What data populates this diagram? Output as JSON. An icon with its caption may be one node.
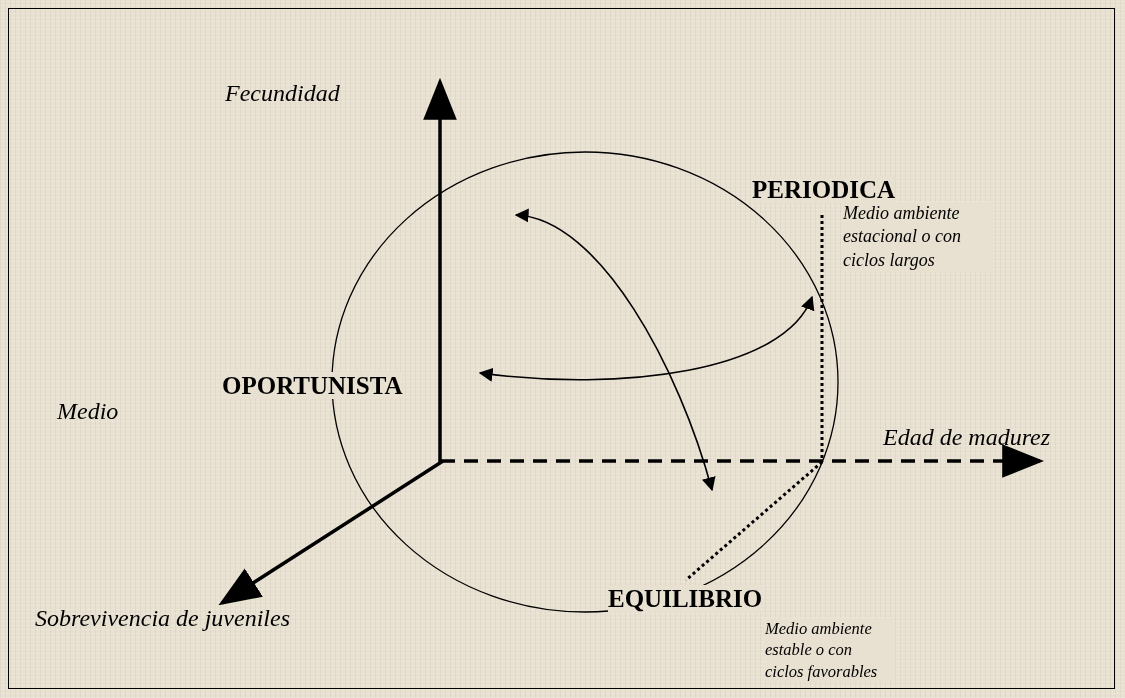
{
  "diagram": {
    "nodes": [
      {
        "text": [
          "OPORTUNISTA"
        ]
      },
      {
        "text": [
          "PERIODICA"
        ],
        "beside": [
          "Medio ambiente estacional o con ciclos largos"
        ]
      },
      {
        "text": [
          "EQUILIBRIO"
        ],
        "beside": [
          "Medio ambiente estable o con ciclos favorables"
        ]
      }
    ],
    "edges": [
      {
        "from": 0,
        "to": 1,
        "arrow": "both"
      }
    ],
    "labels": [
      "Fecundidad",
      "Medio",
      "Edad de madurez",
      "Sobrevivencia de juveniles"
    ]
  }
}
